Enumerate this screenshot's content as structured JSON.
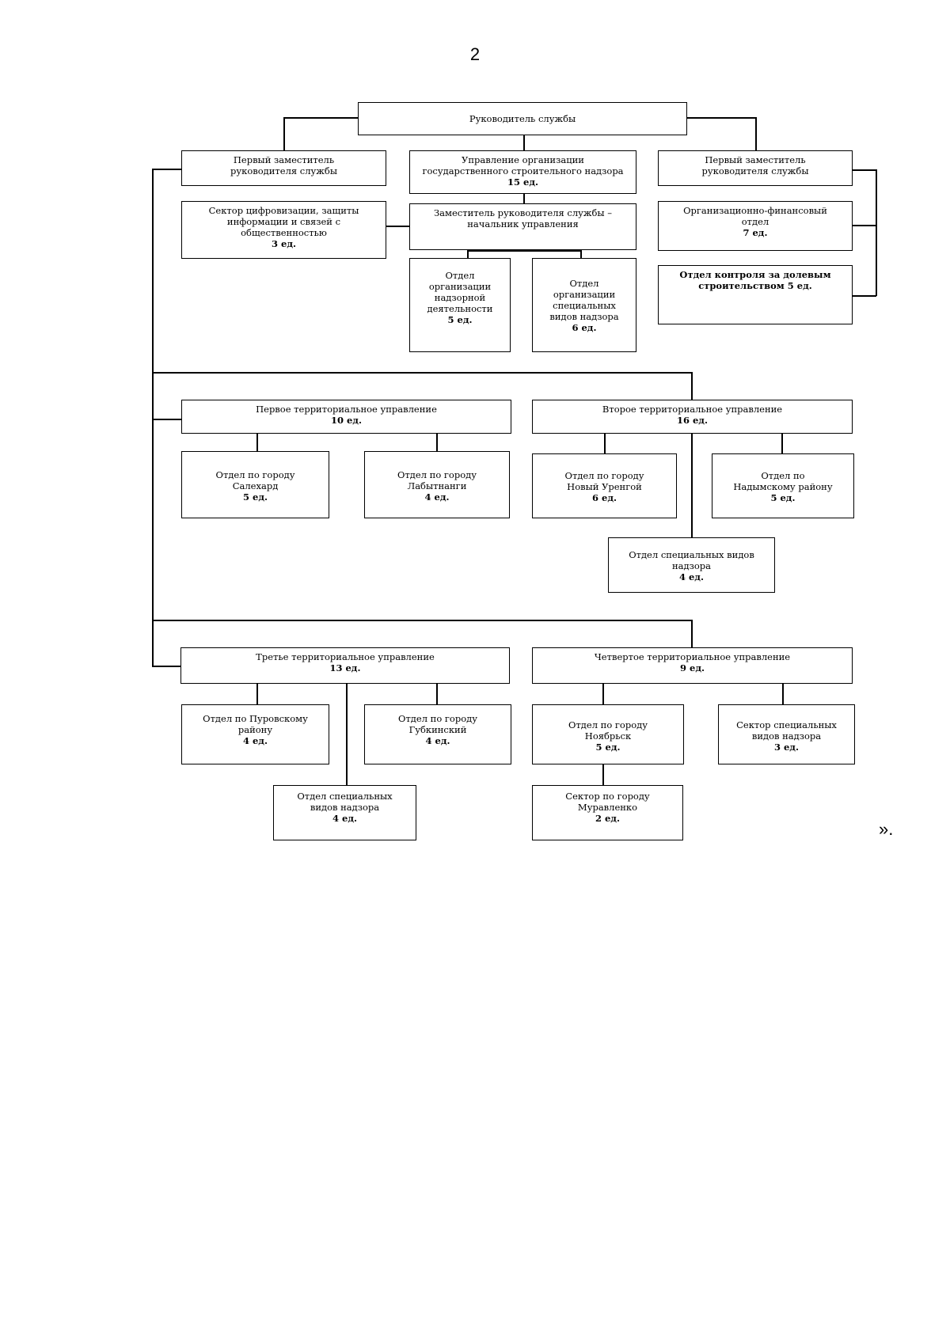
{
  "page_number": "2",
  "closing_mark": "».",
  "nodes": {
    "head": {
      "title": "Руководитель службы",
      "units": ""
    },
    "first_deputy_left": {
      "title": "Первый заместитель\nруководителя службы",
      "units": ""
    },
    "directorate": {
      "title": "Управление организации\nгосударственного строительного надзора",
      "units": "15 ед."
    },
    "first_deputy_right": {
      "title": "Первый заместитель\nруководителя службы",
      "units": ""
    },
    "digital_sector": {
      "title": "Сектор цифровизации, защиты\nинформации и связей с\nобщественностью",
      "units": "3 ед."
    },
    "deputy_head": {
      "title": "Заместитель руководителя службы –\nначальник управления",
      "units": ""
    },
    "org_finance": {
      "title": "Организационно-финансовый\nотдел",
      "units": "7 ед."
    },
    "shared_construction": {
      "title": "Отдел контроля за долевым\nстроительством 5 ед.",
      "units": ""
    },
    "supervision_org": {
      "title": "Отдел\nорганизации\nнадзорной\nдеятельности",
      "units": "5 ед."
    },
    "special_supervision": {
      "title": "Отдел\nорганизации\nспециальных\nвидов надзора",
      "units": "6 ед."
    },
    "terr1": {
      "title": "Первое территориальное управление",
      "units": "10 ед."
    },
    "terr2": {
      "title": "Второе территориальное управление",
      "units": "16 ед."
    },
    "salekhard": {
      "title": "Отдел по городу\nСалехард",
      "units": "5 ед."
    },
    "labytnangi": {
      "title": "Отдел по городу\nЛабытнанги",
      "units": "4 ед."
    },
    "urengoy": {
      "title": "Отдел по городу\nНовый Уренгой",
      "units": "6 ед."
    },
    "nadym": {
      "title": "Отдел по\nНадымскому району",
      "units": "5 ед."
    },
    "terr2_special": {
      "title": "Отдел специальных видов\nнадзора",
      "units": "4 ед."
    },
    "terr3": {
      "title": "Третье территориальное управление",
      "units": "13 ед."
    },
    "terr4": {
      "title": "Четвертое территориальное управление",
      "units": "9 ед."
    },
    "purovsky": {
      "title": "Отдел по Пуровскому\nрайону",
      "units": "4 ед."
    },
    "gubkinsky": {
      "title": "Отдел по городу\nГубкинский",
      "units": "4 ед."
    },
    "terr3_special": {
      "title": "Отдел специальных\nвидов надзора",
      "units": "4 ед."
    },
    "noyabrsk": {
      "title": "Отдел по городу\nНоябрьск",
      "units": "5 ед."
    },
    "terr4_special": {
      "title": "Сектор специальных\nвидов надзора",
      "units": "3 ед."
    },
    "muravlenko": {
      "title": "Сектор по городу\nМуравленко",
      "units": "2 ед."
    }
  }
}
